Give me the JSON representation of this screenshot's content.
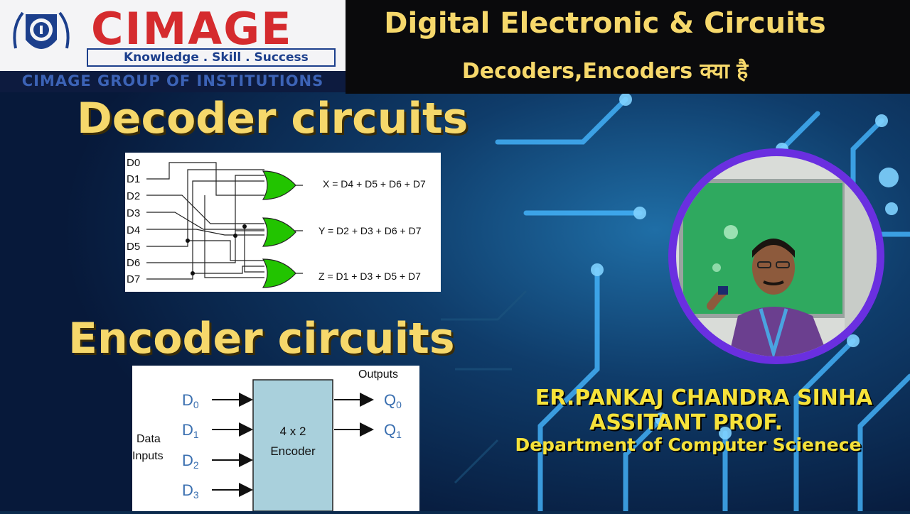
{
  "header": {
    "logo_word": "CIMAGE",
    "logo_tagline": "Knowledge . Skill . Success",
    "logo_group": "CIMAGE GROUP OF INSTITUTIONS",
    "title": "Digital Electronic & Circuits",
    "subtitle": "Decoders,Encoders क्या है"
  },
  "decoder": {
    "heading": "Decoder circuits",
    "inputs": [
      "D0",
      "D1",
      "D2",
      "D3",
      "D4",
      "D5",
      "D6",
      "D7"
    ],
    "outputs": {
      "x": "X = D4 + D5 + D6 + D7",
      "y": "Y = D2 + D3 + D6 + D7",
      "z": "Z = D1 + D3 + D5 + D7"
    }
  },
  "encoder": {
    "heading": "Encoder circuits",
    "outputs_label": "Outputs",
    "data_label_1": "Data",
    "data_label_2": "Inputs",
    "block_line_1": "4 x 2",
    "block_line_2": "Encoder",
    "inputs": [
      {
        "base": "D",
        "sub": "0"
      },
      {
        "base": "D",
        "sub": "1"
      },
      {
        "base": "D",
        "sub": "2"
      },
      {
        "base": "D",
        "sub": "3"
      }
    ],
    "outputs": [
      {
        "base": "Q",
        "sub": "0"
      },
      {
        "base": "Q",
        "sub": "1"
      }
    ]
  },
  "presenter": {
    "name": "ER.PANKAJ CHANDRA SINHA",
    "role": "ASSITANT PROF.",
    "department": "Department of Computer Scienece"
  },
  "colors": {
    "accent_yellow": "#f6d86b",
    "logo_red": "#d52b2e",
    "logo_blue": "#1c3f8c",
    "gate_green": "#22c400",
    "ring_purple": "#6a2fe0",
    "encoder_block": "#a9d0dc"
  }
}
